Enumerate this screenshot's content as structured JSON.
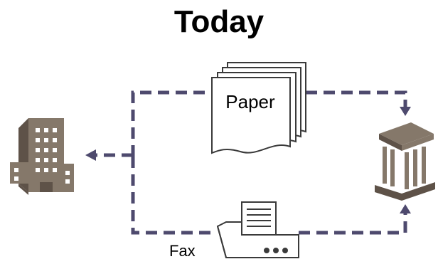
{
  "title": "Today",
  "nodes": {
    "paper": {
      "label": "Paper",
      "icon": "document-stack-icon"
    },
    "fax": {
      "label": "Fax",
      "icon": "fax-machine-icon"
    },
    "company": {
      "icon": "office-building-icon"
    },
    "bank": {
      "icon": "bank-building-icon"
    }
  },
  "colors": {
    "connector": "#4e4a6e",
    "icon_fill": "#85786a",
    "icon_dark": "#5e5248",
    "paper_stroke": "#3a3a3a"
  }
}
